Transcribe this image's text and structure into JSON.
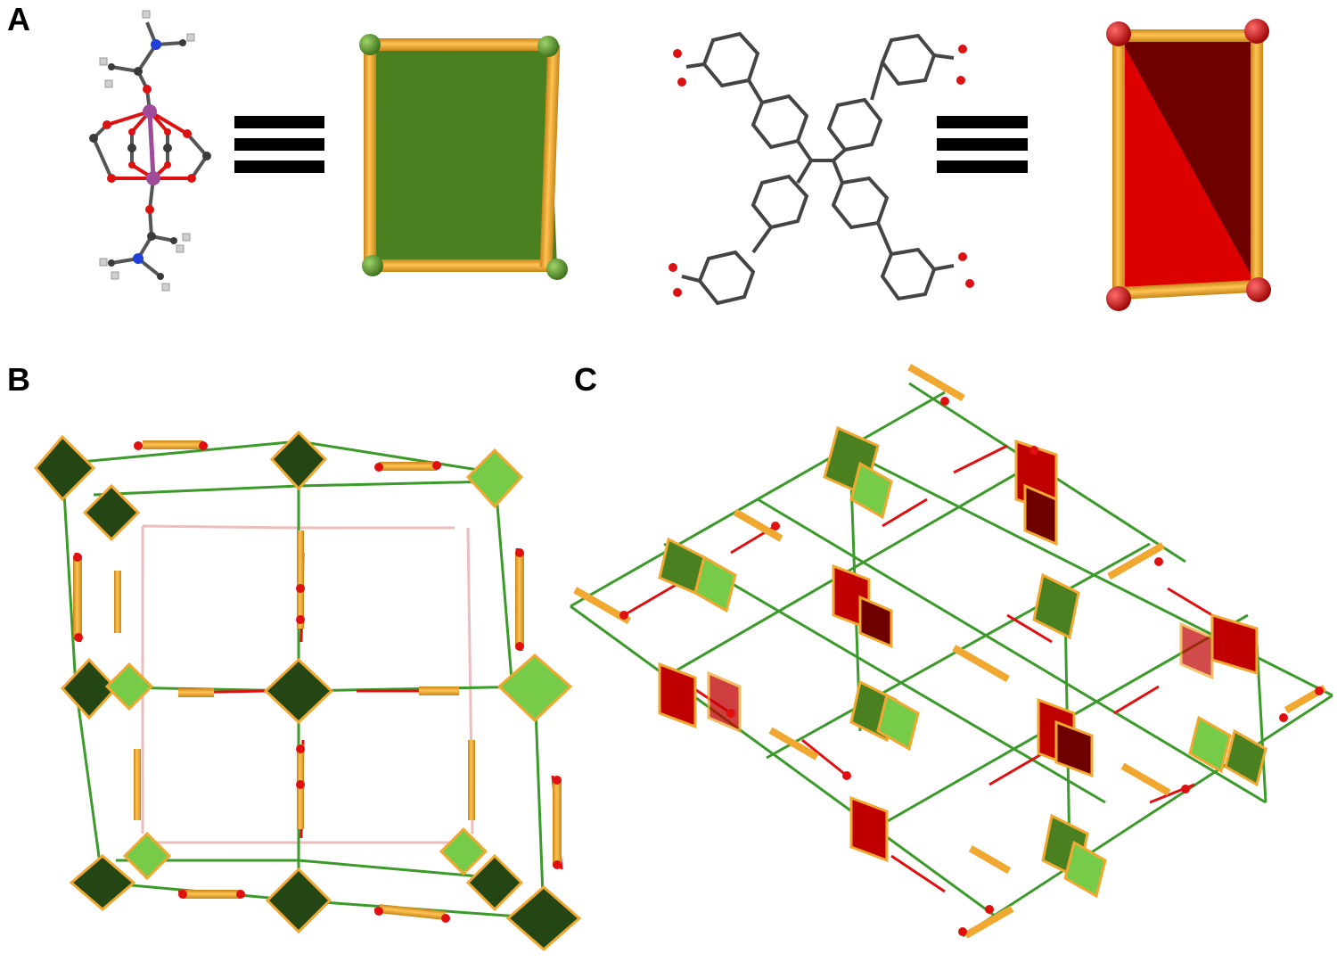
{
  "panels": {
    "a": {
      "label": "A"
    },
    "b": {
      "label": "B"
    },
    "c": {
      "label": "C"
    }
  },
  "colors": {
    "strut": "#f0a830",
    "strut_dark": "#c98418",
    "sbu_green": "#4a8020",
    "sbu_node": "#5b9a2b",
    "ligand_red": "#dd0000",
    "ligand_dark_red": "#6e0000",
    "node_red": "#e01010",
    "green_light": "#76cc48",
    "green_dark": "#244514",
    "link_green": "#3b9a2a",
    "link_red": "#e01010",
    "atom_carbon": "#3a3a3a",
    "atom_oxygen": "#dd1111",
    "atom_nitrogen": "#1f3fd6",
    "atom_metal": "#a04a9a",
    "atom_hydrogen": "#d8d8d8",
    "equivalence_bar": "#000000"
  },
  "icons": [
    "paddlewheel-molecule",
    "rectangle-sbu",
    "tetracarboxylate-ligand",
    "rectangle-ligand-node",
    "equivalence-symbol",
    "framework-net"
  ]
}
